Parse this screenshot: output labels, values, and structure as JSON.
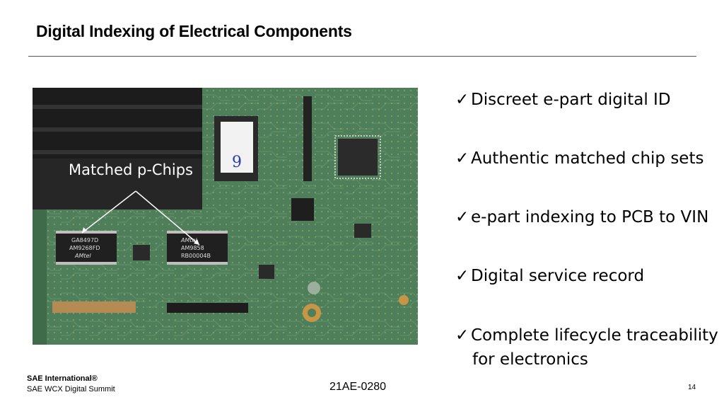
{
  "slide": {
    "title": "Digital Indexing of Electrical Components"
  },
  "image": {
    "label": "Matched p-Chips",
    "chips": [
      {
        "lines": [
          "AMtel",
          "AM9268FD",
          "GA8497D"
        ]
      },
      {
        "lines": [
          "AMtel",
          "AM9858",
          "RB00004B"
        ]
      }
    ],
    "sticker_text": "9"
  },
  "bullets": [
    {
      "check": "✓",
      "text": "Discreet e-part digital ID"
    },
    {
      "check": "✓",
      "text": "Authentic matched chip sets"
    },
    {
      "check": "✓",
      "text": "e-part indexing to PCB to VIN"
    },
    {
      "check": "✓",
      "text": "Digital service record"
    },
    {
      "check": "✓",
      "text": "Complete lifecycle traceability",
      "continuation": "for electronics"
    }
  ],
  "footer": {
    "org": "SAE International®",
    "event": "SAE WCX Digital Summit",
    "code": "21AE-0280",
    "page": "14"
  },
  "colors": {
    "pcb_green": "#4f7f5a",
    "heatsink": "#1c1c1c",
    "text": "#000000"
  }
}
